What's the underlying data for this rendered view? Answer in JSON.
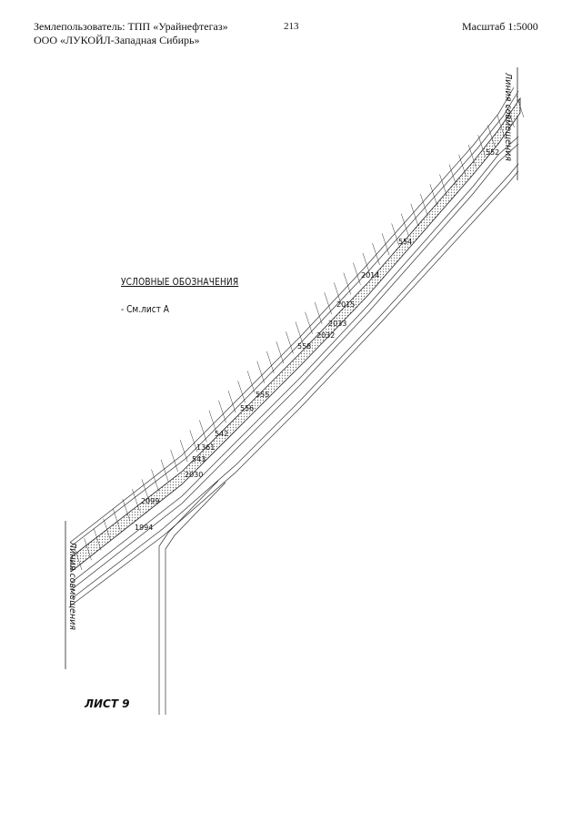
{
  "header": {
    "landuser_line1": "Землепользователь: ТПП «Урайнефтегаз»",
    "landuser_line2": "ООО «ЛУКОЙЛ-Западная Сибирь»",
    "page_number": "213",
    "scale": "Масштаб 1:5000"
  },
  "legend": {
    "title": "УСЛОВНЫЕ ОБОЗНАЧЕНИЯ",
    "item": "- См.лист А"
  },
  "map": {
    "match_line_label_top": "Линия совмещения",
    "match_line_label_bottom": "Линия совмещения",
    "pickets": [
      "552",
      "554",
      "2014",
      "2015",
      "2033",
      "2032",
      "558",
      "555",
      "556",
      "542",
      "1361",
      "543",
      "2030",
      "2099",
      "1994"
    ]
  },
  "sheet": {
    "label": "ЛИСТ 9"
  }
}
